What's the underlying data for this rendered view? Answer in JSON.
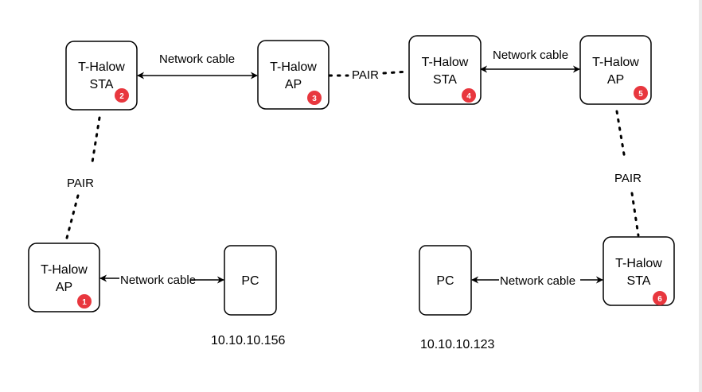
{
  "colors": {
    "badge": "#e8373e",
    "stroke": "#000000",
    "background": "#ffffff"
  },
  "nodes": [
    {
      "id": "ap1",
      "line1": "T-Halow",
      "line2": "AP",
      "badge": "1"
    },
    {
      "id": "sta2",
      "line1": "T-Halow",
      "line2": "STA",
      "badge": "2"
    },
    {
      "id": "ap3",
      "line1": "T-Halow",
      "line2": "AP",
      "badge": "3"
    },
    {
      "id": "sta4",
      "line1": "T-Halow",
      "line2": "STA",
      "badge": "4"
    },
    {
      "id": "ap5",
      "line1": "T-Halow",
      "line2": "AP",
      "badge": "5"
    },
    {
      "id": "sta6",
      "line1": "T-Halow",
      "line2": "STA",
      "badge": "6"
    },
    {
      "id": "pc_left",
      "line1": "PC"
    },
    {
      "id": "pc_right",
      "line1": "PC"
    }
  ],
  "links": [
    {
      "id": "cable-2-3",
      "type": "network-cable",
      "label": "Network cable"
    },
    {
      "id": "pair-3-4",
      "type": "pair",
      "label": "PAIR"
    },
    {
      "id": "cable-4-5",
      "type": "network-cable",
      "label": "Network cable"
    },
    {
      "id": "pair-2-1",
      "type": "pair",
      "label": "PAIR"
    },
    {
      "id": "pair-5-6",
      "type": "pair",
      "label": "PAIR"
    },
    {
      "id": "cable-1-pc",
      "type": "network-cable",
      "label": "Network cable"
    },
    {
      "id": "cable-pc-6",
      "type": "network-cable",
      "label": "Network cable"
    }
  ],
  "ip_labels": {
    "left_pc": "10.10.10.156",
    "right_pc": "10.10.10.123"
  }
}
